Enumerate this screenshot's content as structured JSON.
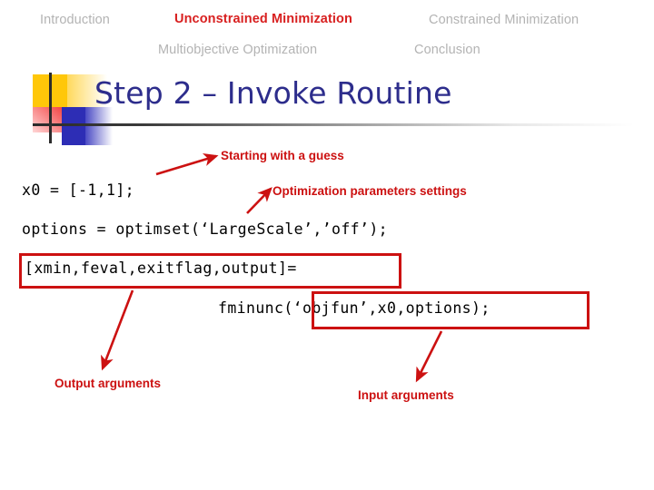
{
  "nav": {
    "items": [
      {
        "id": "introduction",
        "label": "Introduction",
        "active": false
      },
      {
        "id": "unconstrained",
        "label": "Unconstrained Minimization",
        "active": true
      },
      {
        "id": "constrained",
        "label": "Constrained Minimization",
        "active": false
      },
      {
        "id": "multiobjective",
        "label": "Multiobjective Optimization",
        "active": false
      },
      {
        "id": "conclusion",
        "label": "Conclusion",
        "active": false
      }
    ],
    "active_color": "#d81f1f",
    "inactive_color": "#b3b3b3"
  },
  "title": {
    "text": "Step 2 – Invoke Routine",
    "color": "#2d2d8c"
  },
  "decor": {
    "yellow": "#ffc709",
    "red": "#f23b3b",
    "blue": "#2d2db5",
    "line": "#2b2b2b"
  },
  "code": {
    "line_x0": "x0 = [-1,1];",
    "line_options": "options = optimset(‘LargeScale’,’off’);",
    "line_lhs": "[xmin,feval,exitflag,output]=",
    "line_fminunc": "fminunc(‘objfun’,x0,options);"
  },
  "annotations": {
    "accent_color": "#cc1111",
    "starting_guess": "Starting with a guess",
    "optimization_params": "Optimization parameters settings",
    "output_arguments": "Output arguments",
    "input_arguments": "Input arguments"
  }
}
